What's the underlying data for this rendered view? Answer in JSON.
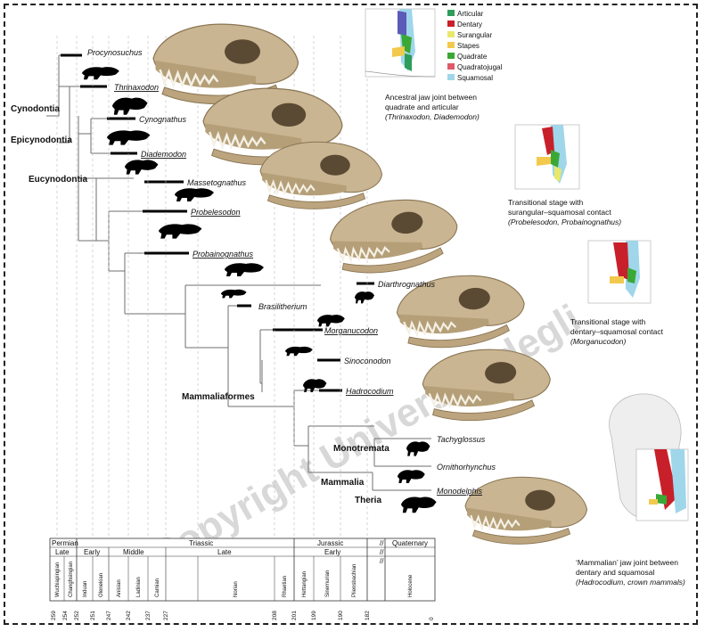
{
  "clades": {
    "cynodontia": "Cynodontia",
    "epicynodontia": "Epicynodontia",
    "eucynodontia": "Eucynodontia",
    "mammaliaformes": "Mammaliaformes",
    "monotremata": "Monotremata",
    "mammalia": "Mammalia",
    "theria": "Theria"
  },
  "taxa": {
    "procynosuchus": "Procynosuchus",
    "thrinaxodon": "Thrinaxodon",
    "cynognathus": "Cynognathus",
    "diademodon": "Diademodon",
    "massetognathus": "Massetognathus",
    "probelesodon": "Probelesodon",
    "probainognathus": "Probainognathus",
    "diarthrognathus": "Diarthrognathus",
    "brasilitherium": "Brasilitherium",
    "morganucodon": "Morganucodon",
    "sinoconodon": "Sinoconodon",
    "hadrocodium": "Hadrocodium",
    "tachyglossus": "Tachyglossus",
    "ornithorhynchus": "Ornithorhynchus",
    "monodelphis": "Monodelphis"
  },
  "legend": [
    {
      "label": "Articular",
      "color": "#2e9c5a"
    },
    {
      "label": "Dentary",
      "color": "#c8202a"
    },
    {
      "label": "Surangular",
      "color": "#e8e86a"
    },
    {
      "label": "Stapes",
      "color": "#f2c94c"
    },
    {
      "label": "Quadrate",
      "color": "#3aa835"
    },
    {
      "label": "Quadratojugal",
      "color": "#e05a6a"
    },
    {
      "label": "Squamosal",
      "color": "#9fd6ea"
    }
  ],
  "captions": {
    "c1_l1": "Ancestral jaw joint between",
    "c1_l2": "quadrate and articular",
    "c1_l3": "(Thrinaxodon, Diademodon)",
    "c2_l1": "Transitional stage with",
    "c2_l2": "surangular–squamosal contact",
    "c2_l3": "(Probelesodon, Probainognathus)",
    "c3_l1": "Transitional stage with",
    "c3_l2": "dentary–squamosal contact",
    "c3_l3": "(Morganucodon)",
    "c4_l1": "‘Mammalian’ jaw joint between",
    "c4_l2": "dentary and squamosal",
    "c4_l3": "(Hadrocodium, crown mammals)"
  },
  "timescale": {
    "periods": {
      "permian": "Permian",
      "triassic": "Triassic",
      "jurassic": "Jurassic",
      "quaternary": "Quaternary"
    },
    "epochs": {
      "late1": "Late",
      "early1": "Early",
      "middle": "Middle",
      "late2": "Late",
      "early2": "Early"
    },
    "stages": [
      "Wuchiapingian",
      "Changhsingian",
      "Induan",
      "Olenekian",
      "Anisian",
      "Ladinian",
      "Carnian",
      "Norian",
      "Rhaetian",
      "Hettangian",
      "Sinemurian",
      "Pliensbachian",
      "Holocene"
    ],
    "ticks": [
      "259",
      "254",
      "252",
      "251",
      "247",
      "242",
      "237",
      "227",
      "208",
      "201",
      "199",
      "190",
      "182",
      "0"
    ]
  },
  "watermark": "Copyright Università degli",
  "colors": {
    "skull": "#c9b592",
    "skull_dark": "#6e5a3e",
    "line": "#6f6f6f",
    "range": "#000000"
  }
}
